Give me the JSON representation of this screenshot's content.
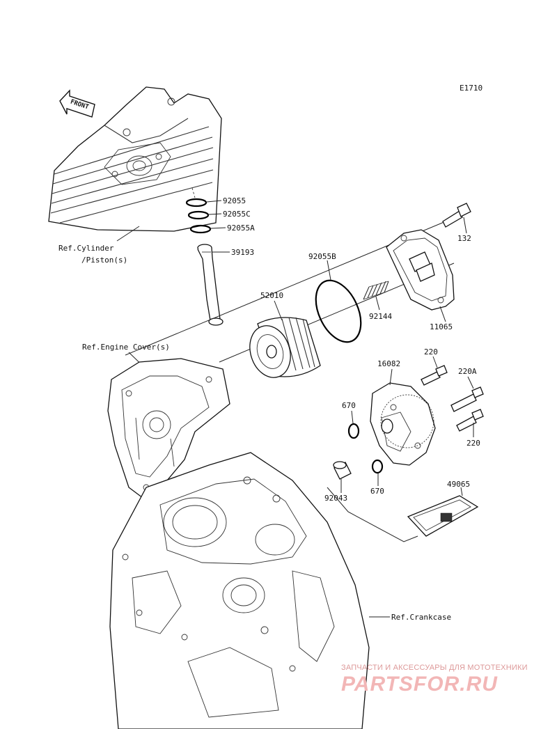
{
  "diagram_code": "E1710",
  "front_marker": "FRONT",
  "refs": {
    "cylinder_line1": "Ref.Cylinder",
    "cylinder_line2": "/Piston(s)",
    "engine_cover": "Ref.Engine Cover(s)",
    "crankcase": "Ref.Crankcase"
  },
  "parts": [
    {
      "id": "p92055",
      "number": "92055"
    },
    {
      "id": "p92055c",
      "number": "92055C"
    },
    {
      "id": "p92055a",
      "number": "92055A"
    },
    {
      "id": "p39193",
      "number": "39193"
    },
    {
      "id": "p92055b",
      "number": "92055B"
    },
    {
      "id": "p52010",
      "number": "52010"
    },
    {
      "id": "p92144",
      "number": "92144"
    },
    {
      "id": "p132",
      "number": "132"
    },
    {
      "id": "p11065",
      "number": "11065"
    },
    {
      "id": "p16082",
      "number": "16082"
    },
    {
      "id": "p220a",
      "number": "220"
    },
    {
      "id": "p220A",
      "number": "220A"
    },
    {
      "id": "p220b",
      "number": "220"
    },
    {
      "id": "p670a",
      "number": "670"
    },
    {
      "id": "p670b",
      "number": "670"
    },
    {
      "id": "p92043",
      "number": "92043"
    },
    {
      "id": "p49065",
      "number": "49065"
    }
  ],
  "watermark": {
    "tagline": "ЗАПЧАСТИ И АКСЕССУАРЫ ДЛЯ МОТОТЕХНИКИ",
    "logo": "PARTSFOR.RU"
  }
}
